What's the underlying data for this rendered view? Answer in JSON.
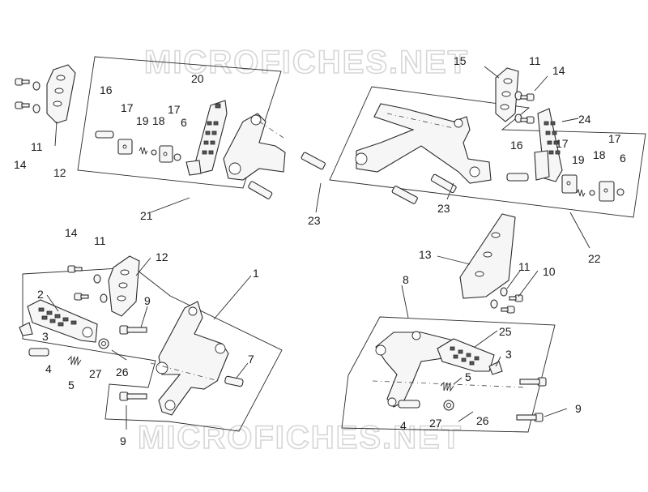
{
  "watermark": {
    "top": "MICROFICHES.NET",
    "bottom": "MICROFICHES.NET"
  },
  "labels": {
    "l1": "1",
    "l2": "2",
    "l3a": "3",
    "l3b": "3",
    "l4a": "4",
    "l4b": "4",
    "l5a": "5",
    "l5b": "5",
    "l6a": "6",
    "l6b": "6",
    "l7": "7",
    "l8": "8",
    "l9a": "9",
    "l9b": "9",
    "l9c": "9",
    "l10": "10",
    "l11a": "11",
    "l11b": "11",
    "l11c": "11",
    "l11d": "11",
    "l12a": "12",
    "l12b": "12",
    "l13": "13",
    "l14a": "14",
    "l14b": "14",
    "l14c": "14",
    "l15": "15",
    "l16a": "16",
    "l16b": "16",
    "l17a": "17",
    "l17b": "17",
    "l17c": "17",
    "l17d": "17",
    "l18a": "18",
    "l18b": "18",
    "l19a": "19",
    "l19b": "19",
    "l20": "20",
    "l21": "21",
    "l22": "22",
    "l23a": "23",
    "l23b": "23",
    "l24": "24",
    "l25": "25",
    "l26a": "26",
    "l26b": "26",
    "l27a": "27",
    "l27b": "27"
  }
}
